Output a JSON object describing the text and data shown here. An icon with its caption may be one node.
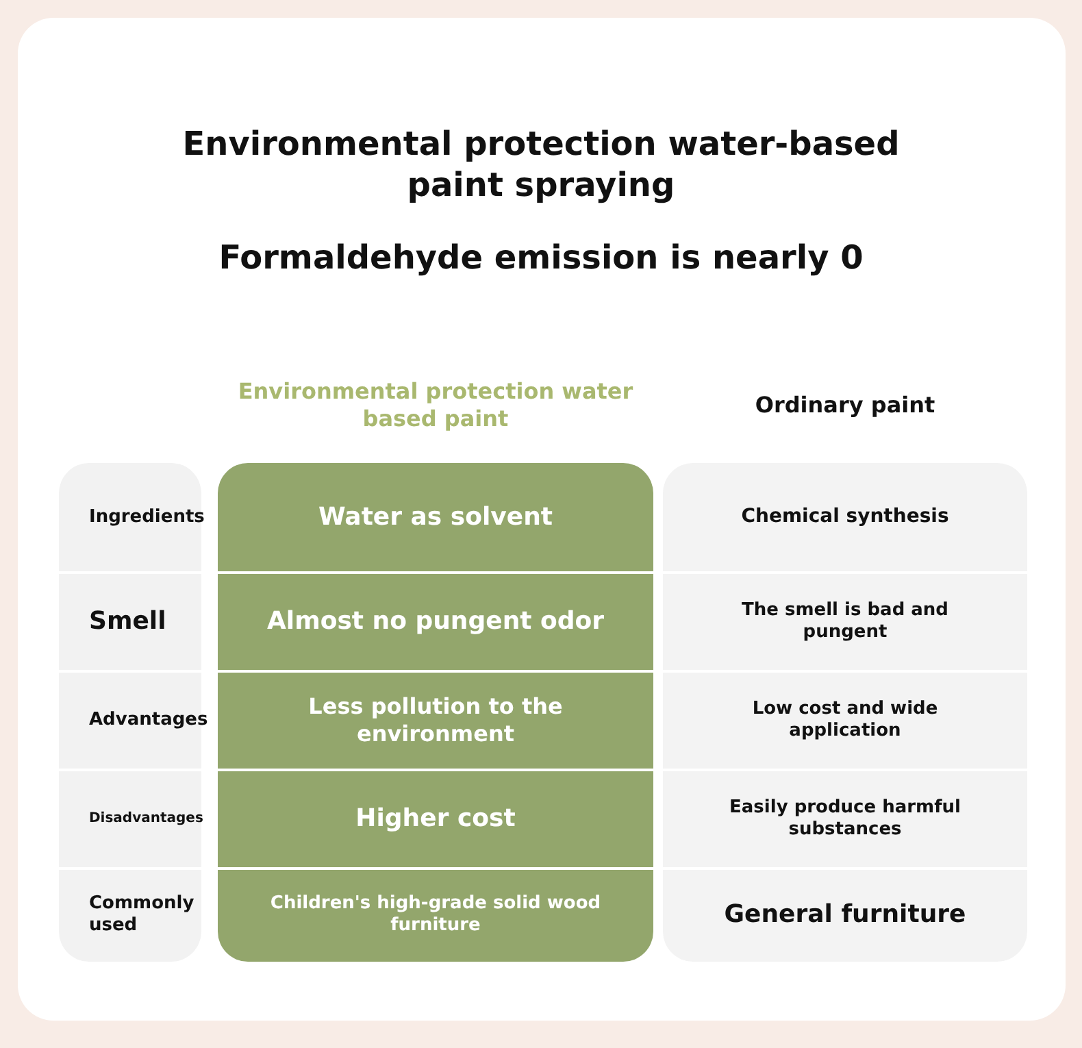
{
  "diagram": {
    "title": "Environmental protection water-based paint spraying",
    "labels": [
      "Formaldehyde emission is nearly 0",
      "Environmental protection water based paint",
      "Ordinary paint",
      "Ingredients",
      "Water as solvent",
      "Chemical synthesis",
      "Smell",
      "Almost no pungent odor",
      "The smell is bad and pungent",
      "Advantages",
      "Less pollution to the environment",
      "Low cost and wide application",
      "Disadvantages",
      "Higher cost",
      "Easily produce harmful substances",
      "Commonly used",
      "Children's high-grade solid wood furniture",
      "General furniture"
    ]
  }
}
